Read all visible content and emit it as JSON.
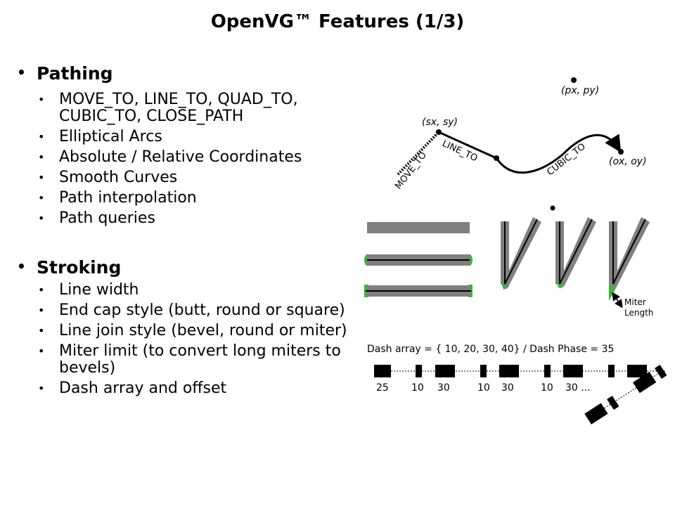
{
  "title": "OpenVG™ Features (1/3)",
  "pathing": {
    "heading": "Pathing",
    "items": [
      "MOVE_TO, LINE_TO, QUAD_TO, CUBIC_TO, CLOSE_PATH",
      "Elliptical Arcs",
      "Absolute / Relative Coordinates",
      "Smooth Curves",
      "Path interpolation",
      "Path queries"
    ]
  },
  "stroking": {
    "heading": "Stroking",
    "items": [
      "Line width",
      "End cap style (butt, round or square)",
      "Line join style (bevel, round or miter)",
      "Miter limit (to convert long miters to bevels)",
      "Dash array and offset"
    ]
  },
  "path_diagram": {
    "start_point": "(sx, sy)",
    "control_point": "(px, py)",
    "end_point": "(ox, oy)",
    "move_label": "MOVE_TO",
    "line_label": "LINE_TO",
    "cubic_label": "CUBIC_TO"
  },
  "stroke_diagram": {
    "miter_label_1": "Miter",
    "miter_label_2": "Length",
    "accent_color": "#3cb43c",
    "stroke_color": "#808080"
  },
  "dash_diagram": {
    "caption": "Dash array = { 10, 20, 30, 40} / Dash Phase = 35",
    "labels": [
      "25",
      "10",
      "30",
      "10",
      "30",
      "10",
      "30 ..."
    ]
  }
}
